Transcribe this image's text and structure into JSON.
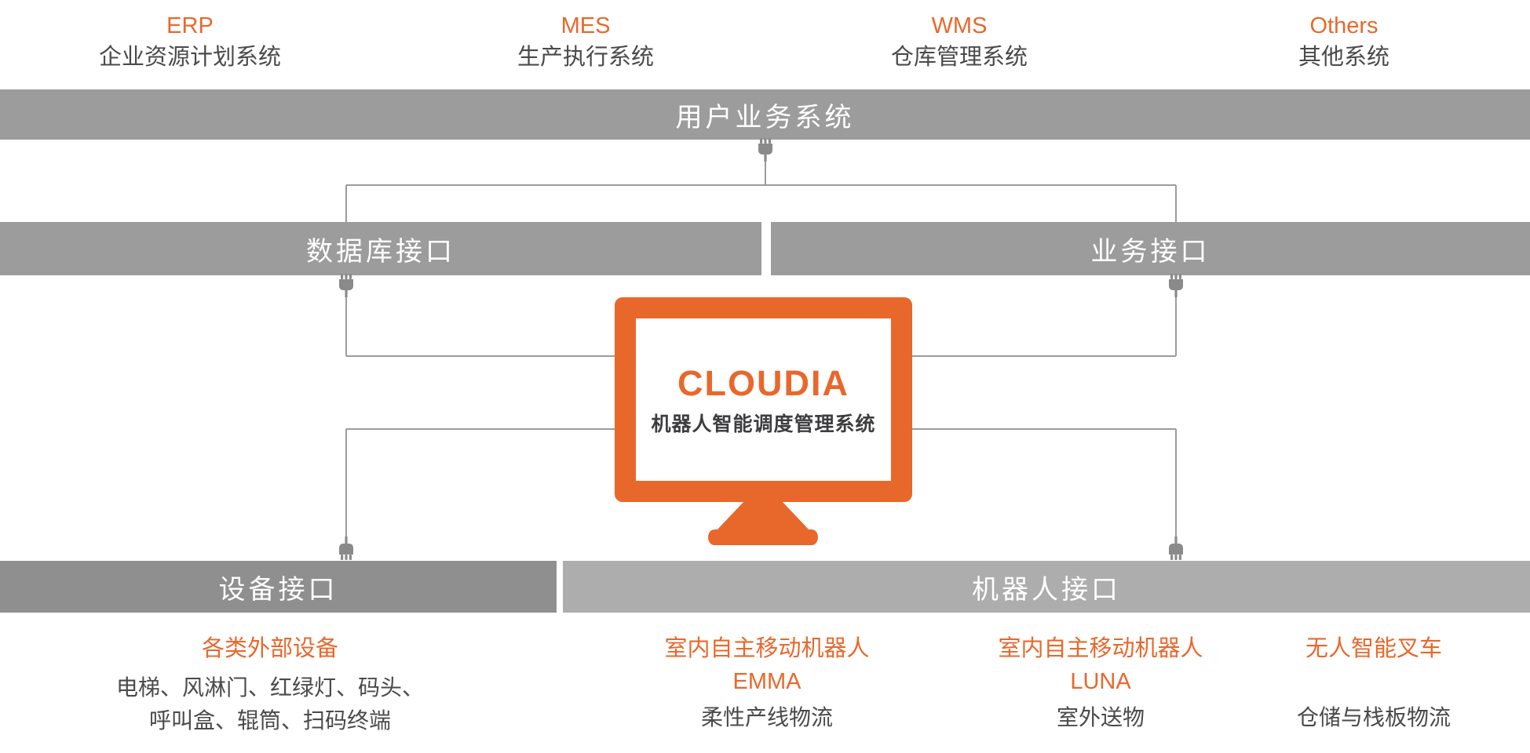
{
  "top_systems": [
    {
      "abbr": "ERP",
      "name": "企业资源计划系统"
    },
    {
      "abbr": "MES",
      "name": "生产执行系统"
    },
    {
      "abbr": "WMS",
      "name": "仓库管理系统"
    },
    {
      "abbr": "Others",
      "name": "其他系统"
    }
  ],
  "bars": {
    "user_business": "用户业务系统",
    "database_interface": "数据库接口",
    "business_interface": "业务接口",
    "device_interface": "设备接口",
    "robot_interface": "机器人接口"
  },
  "monitor": {
    "brand": "CLOUDIA",
    "subtitle": "机器人智能调度管理系统"
  },
  "bottom_columns": [
    {
      "title": "各类外部设备",
      "line1": "电梯、风淋门、红绿灯、码头、",
      "line2": "呼叫盒、辊筒、扫码终端"
    },
    {
      "title": "室内自主移动机器人",
      "model": "EMMA",
      "desc": "柔性产线物流"
    },
    {
      "title": "室内自主移动机器人",
      "model": "LUNA",
      "desc": "室外送物"
    },
    {
      "title": "无人智能叉车",
      "desc": "仓储与栈板物流"
    }
  ],
  "colors": {
    "orange": "#E8682C",
    "bar_gray": "#9C9C9C",
    "device_bar_gray": "#8F8F8F",
    "robot_bar_gray": "#ADADAD",
    "text_dark": "#4A4A4C",
    "line_gray": "#9C9C9C"
  }
}
